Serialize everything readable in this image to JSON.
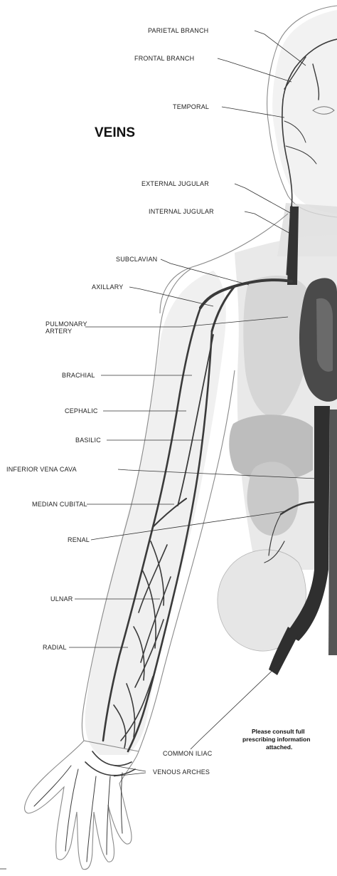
{
  "title": "VEINS",
  "labels": {
    "parietal_branch": "PARIETAL BRANCH",
    "frontal_branch": "FRONTAL BRANCH",
    "temporal": "TEMPORAL",
    "external_jugular": "EXTERNAL JUGULAR",
    "internal_jugular": "INTERNAL JUGULAR",
    "subclavian": "SUBCLAVIAN",
    "axillary": "AXILLARY",
    "pulmonary_artery_1": "PULMONARY",
    "pulmonary_artery_2": "ARTERY",
    "brachial": "BRACHIAL",
    "cephalic": "CEPHALIC",
    "basilic": "BASILIC",
    "inferior_vena_cava": "INFERIOR VENA CAVA",
    "median_cubital": "MEDIAN CUBITAL",
    "renal": "RENAL",
    "ulnar": "ULNAR",
    "radial": "RADIAL",
    "common_iliac": "COMMON ILIAC",
    "venous_arches": "VENOUS ARCHES"
  },
  "note": {
    "line1": "Please consult full",
    "line2": "prescribing information",
    "line3": "attached."
  },
  "colors": {
    "vein": "#3a3a3a",
    "organ_shade": "#c8c8c8",
    "heart": "#4a4a4a",
    "outline": "#8a8a8a"
  }
}
